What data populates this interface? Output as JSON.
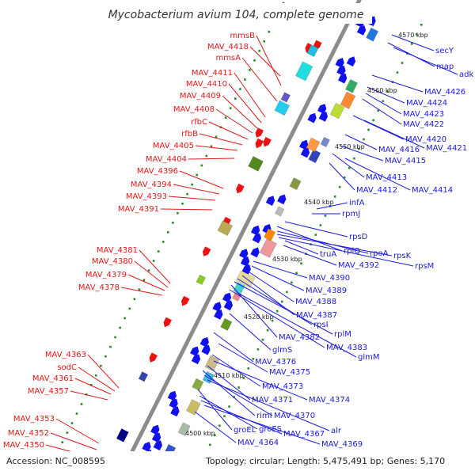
{
  "title": "Mycobacterium avium 104, complete genome",
  "footer": {
    "accession": "Accession: NC_008595",
    "stats": "Topology: circular; Length: 5,475,491 bp; Genes: 5,170"
  },
  "colors": {
    "backbone": "#8c8c8c",
    "left_label": "#e01818",
    "right_label": "#1a1ae0",
    "reverse_gene": "#ee1111",
    "forward_gene": "#1111ee",
    "dot": "#2a8a2a"
  },
  "kbp_labels": [
    "4570 kbp",
    "4560 kbp",
    "4550 kbp",
    "4540 kbp",
    "4530 kbp",
    "4520 kbp",
    "4510 kbp",
    "4500 kbp"
  ],
  "left_genes": [
    "mmsB",
    "MAV_4418",
    "mmsA",
    "MAV_4411",
    "MAV_4410",
    "MAV_4409",
    "MAV_4408",
    "rfbC",
    "rfbB",
    "MAV_4405",
    "MAV_4404",
    "MAV_4396",
    "MAV_4394",
    "MAV_4393",
    "MAV_4391",
    "MAV_4381",
    "MAV_4380",
    "MAV_4379",
    "MAV_4378",
    "MAV_4363",
    "sodC",
    "MAV_4361",
    "MAV_4357",
    "MAV_4353",
    "MAV_4352",
    "MAV_4350"
  ],
  "right_genes": [
    "secY",
    "map",
    "adk",
    "MAV_4426",
    "MAV_4424",
    "MAV_4423",
    "MAV_4422",
    "MAV_4420",
    "MAV_4421",
    "MAV_4416",
    "MAV_4415",
    "MAV_4413",
    "MAV_4414",
    "MAV_4412",
    "infA",
    "rpmJ",
    "rpsD",
    "rplQ",
    "rpoA",
    "rpsK",
    "rpsM",
    "truA",
    "MAV_4392",
    "MAV_4390",
    "MAV_4389",
    "MAV_4388",
    "MAV_4387",
    "rpsI",
    "rplM",
    "MAV_4382",
    "MAV_4383",
    "glmS",
    "glmM",
    "MAV_4376",
    "MAV_4375",
    "MAV_4373",
    "MAV_4374",
    "MAV_4371",
    "rimI",
    "MAV_4370",
    "alr",
    "groEL",
    "groES",
    "MAV_4367",
    "MAV_4369",
    "MAV_4364"
  ]
}
